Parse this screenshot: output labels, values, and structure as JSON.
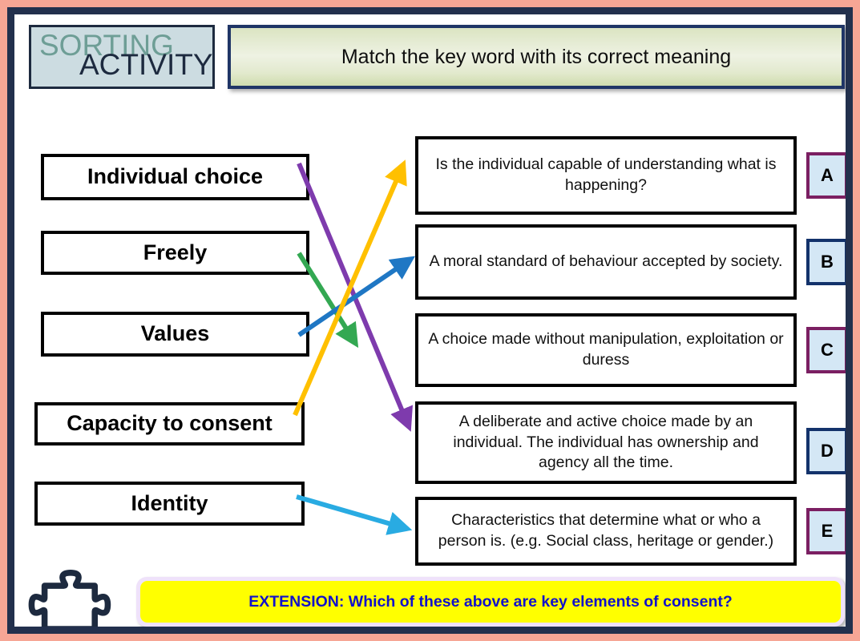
{
  "logo": {
    "word1": "SORTING",
    "word2": "ACTIVITY",
    "word1_color": "#6e9e96",
    "word2_color": "#1d2a3f"
  },
  "banner": {
    "title": "Match the key word with its correct meaning"
  },
  "keywords": [
    {
      "label": "Individual choice",
      "arrow_color": "#7e3bad",
      "arrow_target": "D"
    },
    {
      "label": "Freely",
      "arrow_color": "#33a852",
      "arrow_target": "C"
    },
    {
      "label": "Values",
      "arrow_color": "#1f77c4",
      "arrow_target": "B"
    },
    {
      "label": "Capacity to consent",
      "arrow_color": "#ffc000",
      "arrow_target": "A"
    },
    {
      "label": "Identity",
      "arrow_color": "#29abe2",
      "arrow_target": "E"
    }
  ],
  "definitions": [
    {
      "letter": "A",
      "text": "Is the individual capable of understanding what is happening?",
      "border_color": "#7b1f62"
    },
    {
      "letter": "B",
      "text": "A moral standard of behaviour accepted by society.",
      "border_color": "#13326b"
    },
    {
      "letter": "C",
      "text": "A choice made without manipulation, exploitation or duress",
      "border_color": "#7b1f62"
    },
    {
      "letter": "D",
      "text": "A deliberate and active choice made by an individual. The individual has ownership and agency all the time.",
      "border_color": "#13326b"
    },
    {
      "letter": "E",
      "text": "Characteristics that determine what or who a person is. (e.g. Social class, heritage or gender.)",
      "border_color": "#7b1f62"
    }
  ],
  "extension": {
    "text": "EXTENSION: Which of these above are key elements of consent?",
    "background": "#ffff00",
    "text_color": "#1111cc"
  },
  "icons": {
    "puzzle": "puzzle-piece-icon"
  },
  "colors": {
    "frame_outer": "#f6a695",
    "frame_inner": "#22304d",
    "badge_fill": "#d4e7f5",
    "logo_box_fill": "#ccdce1"
  }
}
